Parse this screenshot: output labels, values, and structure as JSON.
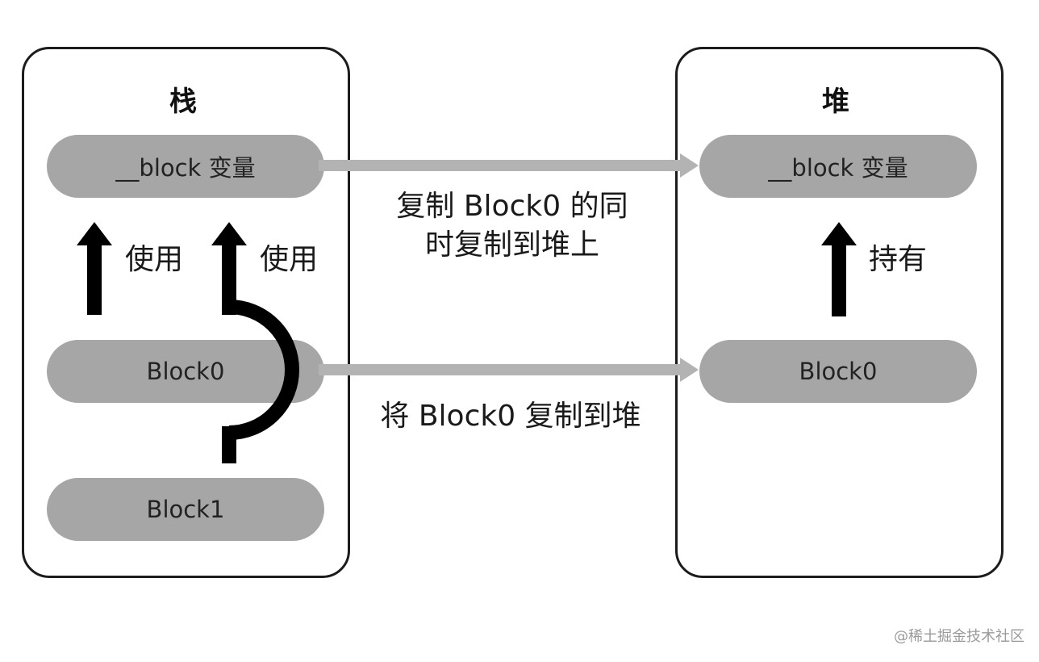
{
  "stack": {
    "title": "栈",
    "items": [
      "__block 变量",
      "Block0",
      "Block1"
    ],
    "use_labels": [
      "使用",
      "使用"
    ]
  },
  "heap": {
    "title": "堆",
    "items": [
      "__block 变量",
      "Block0"
    ],
    "hold_label": "持有"
  },
  "transfers": {
    "top_line1": "复制 Block0 的同",
    "top_line2": "时复制到堆上",
    "bottom": "将 Block0 复制到堆"
  },
  "colors": {
    "pill": "#a6a6a6",
    "connector": "#b3b3b3",
    "arrow": "#000000",
    "border": "#1c1c1c"
  },
  "watermark": "@稀土掘金技术社区"
}
